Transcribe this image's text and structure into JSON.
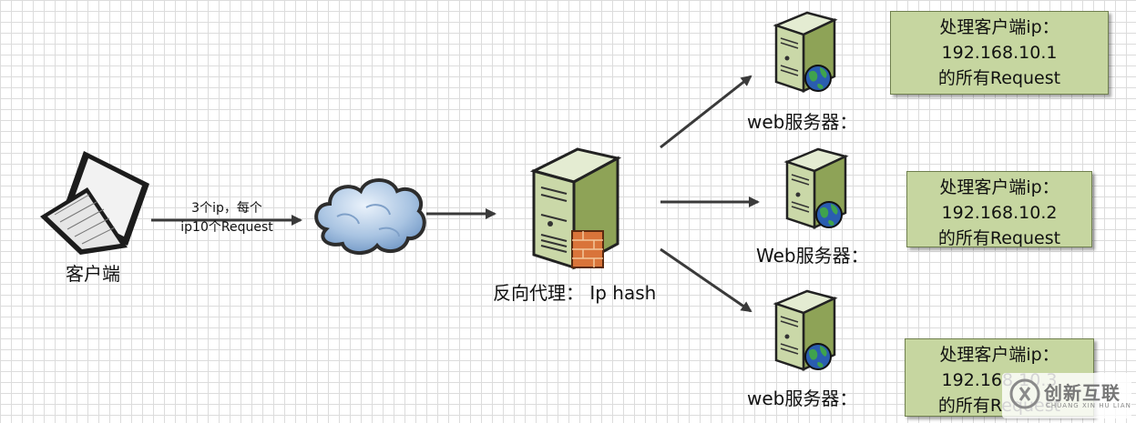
{
  "client": {
    "label": "客户端"
  },
  "link": {
    "line1": "3个ip，每个",
    "line2": "ip10个Request"
  },
  "proxy": {
    "label": "反向代理：  Ip hash"
  },
  "servers": [
    {
      "label": "web服务器："
    },
    {
      "label": "Web服务器："
    },
    {
      "label": "web服务器："
    }
  ],
  "notes": [
    {
      "line1": "处理客户端ip：",
      "line2": "192.168.10.1",
      "line3": "的所有Request"
    },
    {
      "line1": "处理客户端ip：",
      "line2": "192.168.10.2",
      "line3": "的所有Request"
    },
    {
      "line1": "处理客户端ip：",
      "line2": "192.168.10.3",
      "line3": "的所有Request"
    }
  ],
  "watermark": {
    "text": "创新互联",
    "sub": "CHUANG XIN HU LIAN"
  }
}
